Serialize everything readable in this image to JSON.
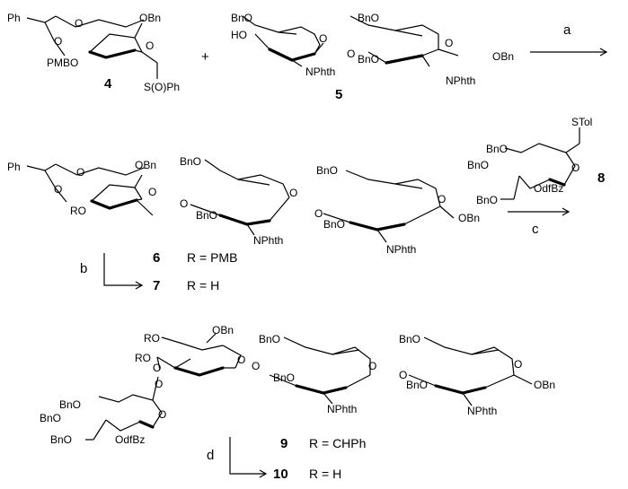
{
  "compounds": {
    "c4": {
      "number": "4",
      "labels": [
        "Ph",
        "O",
        "O",
        "PMBO",
        "OBn",
        "O",
        "S(O)Ph"
      ]
    },
    "plus": "+",
    "c5": {
      "number": "5",
      "labels": [
        "BnO",
        "HO",
        "O",
        "NPhth",
        "O",
        "BnO",
        "BnO",
        "O",
        "OBn",
        "NPhth"
      ]
    },
    "c6": {
      "labels": [
        "Ph",
        "O",
        "O",
        "RO",
        "OBn",
        "O",
        "O",
        "BnO",
        "BnO",
        "O",
        "NPhth",
        "O",
        "BnO",
        "BnO",
        "O",
        "OBn",
        "NPhth"
      ]
    },
    "c8": {
      "number": "8",
      "labels": [
        "STol",
        "BnO",
        "BnO",
        "O",
        "BnO",
        "OdfBz"
      ]
    },
    "c9": {
      "labels": [
        "RO",
        "RO",
        "OBn",
        "O",
        "O",
        "BnO",
        "BnO",
        "O",
        "O",
        "NPhth",
        "O",
        "BnO",
        "BnO",
        "O",
        "OBn",
        "NPhth",
        "BnO",
        "BnO",
        "O",
        "BnO",
        "OdfBz",
        "O"
      ]
    }
  },
  "steps": {
    "a": "a",
    "b": "b",
    "c": "c",
    "d": "d"
  },
  "variants": {
    "row1": {
      "number": "6",
      "text": "R = PMB"
    },
    "row2": {
      "number": "7",
      "text": "R = H"
    },
    "row3": {
      "number": "9",
      "text": "R = CHPh"
    },
    "row4": {
      "number": "10",
      "text": "R = H"
    }
  }
}
